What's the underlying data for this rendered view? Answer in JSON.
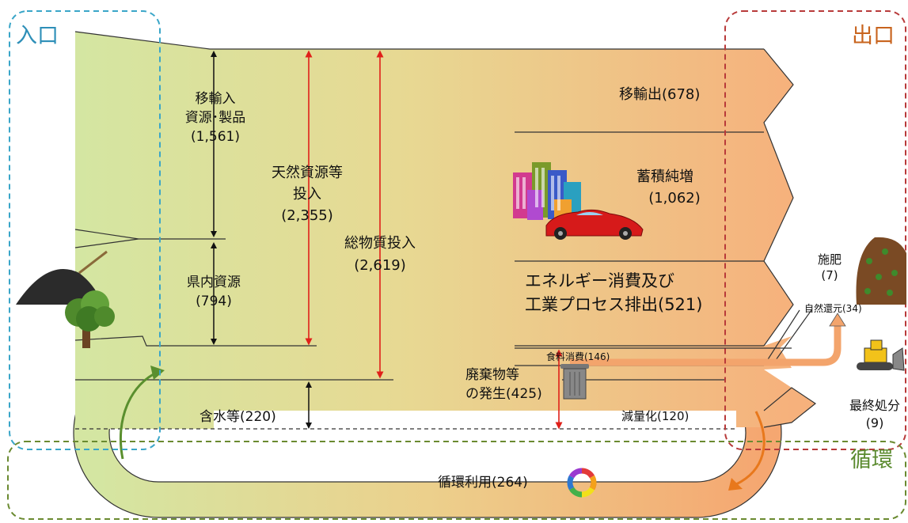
{
  "sections": {
    "input": "入口",
    "output": "出口",
    "cycle": "循環"
  },
  "colors": {
    "input_region": "#3aa6c8",
    "output_region": "#b83a3a",
    "cycle_region": "#6a8a30",
    "flow_left": "#d6e7a3",
    "flow_right": "#f6b47e",
    "red_arrow": "#e0201a",
    "cycle_arrow_green": "#5a8f2e",
    "cycle_arrow_orange": "#e8781c"
  },
  "icons": {
    "soil_pile": "soil-pile-icon",
    "tree": "tree-icon",
    "city_buildings": "city-buildings-icon",
    "car": "red-car-icon",
    "trash_can": "trash-can-icon",
    "fertilizer": "fertilizer-pile-icon",
    "bulldozer": "bulldozer-icon",
    "recycle": "recycle-ring-icon"
  },
  "labels": {
    "imports": {
      "line1": "移輸入",
      "line2": "資源･製品",
      "value": "(1,561)"
    },
    "natural_input": {
      "line1": "天然資源等",
      "line2": "投入",
      "value": "(2,355)"
    },
    "total_input": {
      "line1": "総物質投入",
      "value": "(2,619)"
    },
    "domestic": {
      "line1": "県内資源",
      "value": "(794)"
    },
    "water": "含水等(220)",
    "exports": "移輸出(678)",
    "accumulation": {
      "line1": "蓄積純増",
      "value": "(1,062)"
    },
    "energy": {
      "line1": "エネルギー消費及び",
      "line2": "工業プロセス排出(521)"
    },
    "food": "食料消費(146)",
    "fertilizer": {
      "line1": "施肥",
      "value": "(7)"
    },
    "natural_return": "自然還元(34)",
    "waste": {
      "line1": "廃棄物等",
      "line2": "の発生(425)"
    },
    "reduction": "減量化(120)",
    "final_disposal": {
      "line1": "最終処分",
      "value": "(9)"
    },
    "recycling": "循環利用(264)"
  }
}
